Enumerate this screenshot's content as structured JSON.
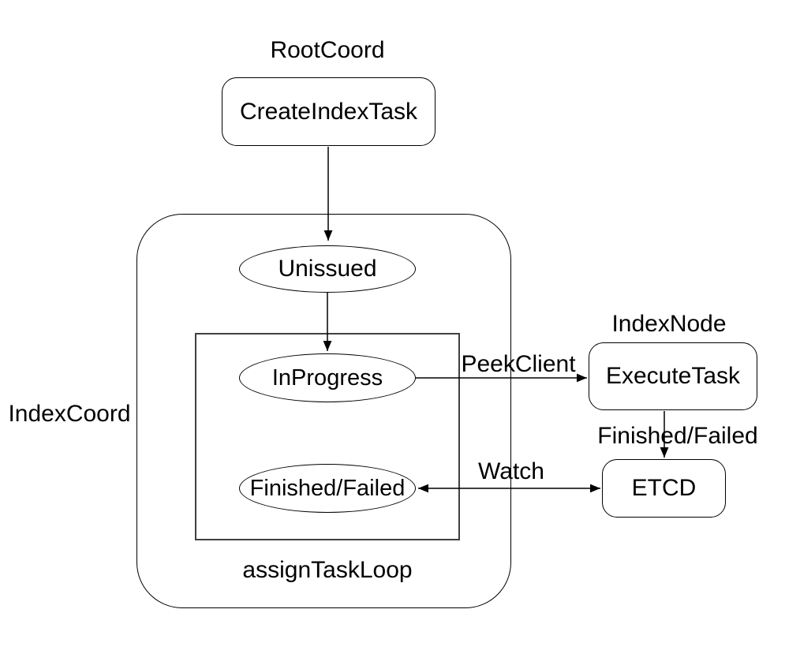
{
  "colors": {
    "background": "#ffffff",
    "stroke": "#000000",
    "inner_group_stroke": "#404040",
    "text": "#000000"
  },
  "groups": {
    "root_coord": {
      "label": "RootCoord"
    },
    "index_coord": {
      "label": "IndexCoord"
    },
    "assign_task_loop": {
      "label": "assignTaskLoop"
    },
    "index_node": {
      "label": "IndexNode"
    }
  },
  "nodes": {
    "create_index_task": {
      "label": "CreateIndexTask",
      "shape": "rounded-rect"
    },
    "unissued": {
      "label": "Unissued",
      "shape": "ellipse"
    },
    "in_progress": {
      "label": "InProgress",
      "shape": "ellipse"
    },
    "finished_failed": {
      "label": "Finished/Failed",
      "shape": "ellipse"
    },
    "execute_task": {
      "label": "ExecuteTask",
      "shape": "rounded-rect"
    },
    "etcd": {
      "label": "ETCD",
      "shape": "rounded-rect"
    }
  },
  "edges": {
    "create_to_unissued": {
      "label": "",
      "direction": "down"
    },
    "unissued_to_inprogress": {
      "label": "",
      "direction": "down"
    },
    "inprogress_to_executetask": {
      "label": "PeekClient",
      "direction": "right"
    },
    "executetask_to_etcd": {
      "label": "Finished/Failed",
      "direction": "down"
    },
    "finishedfailed_watch_etcd": {
      "label": "Watch",
      "direction": "bidirectional"
    }
  }
}
